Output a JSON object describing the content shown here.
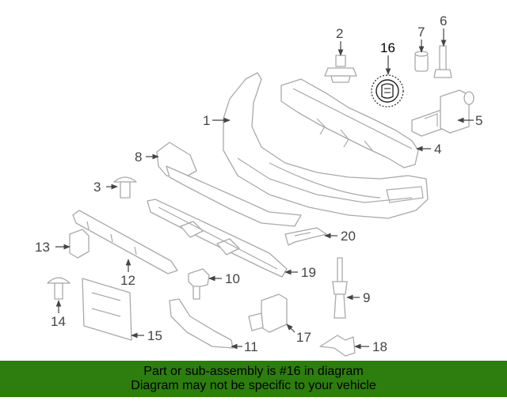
{
  "callouts": {
    "c1": "1",
    "c2": "2",
    "c3": "3",
    "c4": "4",
    "c5": "5",
    "c6": "6",
    "c7": "7",
    "c8": "8",
    "c9": "9",
    "c10": "10",
    "c11": "11",
    "c12": "12",
    "c13": "13",
    "c14": "14",
    "c15": "15",
    "c16": "16",
    "c17": "17",
    "c18": "18",
    "c19": "19",
    "c20": "20"
  },
  "highlighted_part": "16",
  "colors": {
    "banner": "#2e7d0f",
    "part_stroke": "#a9a9a9",
    "callout": "#444444"
  },
  "banner": {
    "line1": "Part or sub-assembly is #16 in diagram",
    "line2": "Diagram may not be specific to your vehicle"
  }
}
